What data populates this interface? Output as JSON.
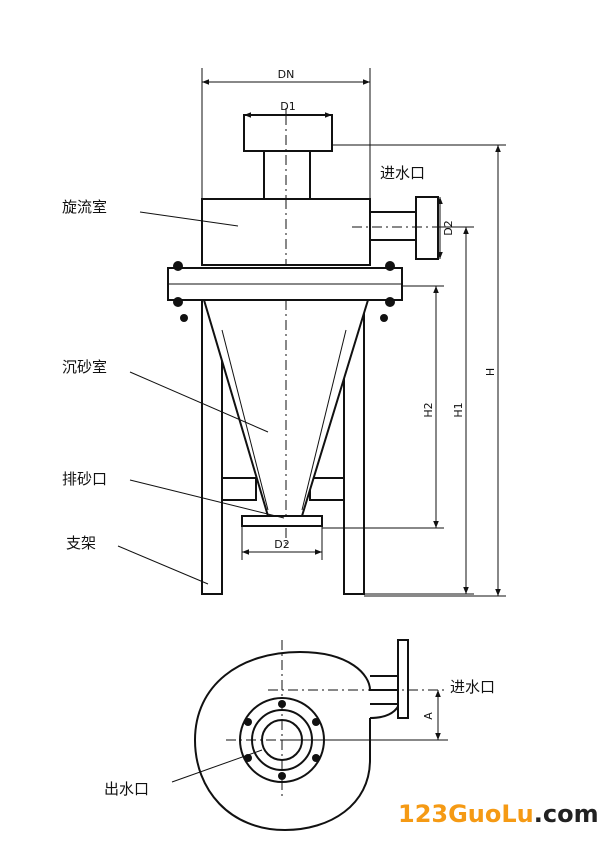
{
  "labels": {
    "cyclone_chamber": "旋流室",
    "sand_chamber": "沉砂室",
    "sand_outlet": "排砂口",
    "support": "支架",
    "water_inlet": "进水口",
    "water_inlet_plan": "进水口",
    "water_outlet": "出水口"
  },
  "dimensions": {
    "dn": "DN",
    "d1": "D1",
    "d2_inlet": "D2",
    "d2_bottom": "D2",
    "h": "H",
    "h1": "H1",
    "h2": "H2",
    "a": "A"
  },
  "watermark": {
    "brand": "123GuoLu",
    "suffix": ".com",
    "brand_color": "#f59a14"
  }
}
